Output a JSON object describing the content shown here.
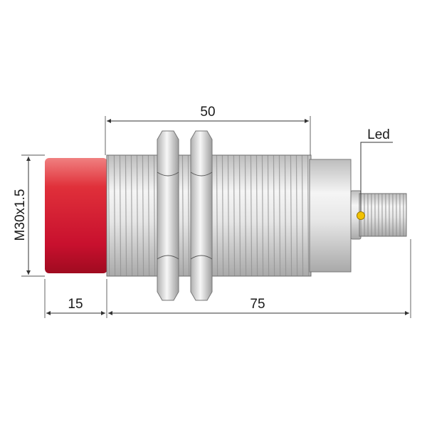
{
  "dimensions": {
    "thread_length": "50",
    "cap_length": "15",
    "total_length": "75",
    "thread_spec": "M30x1.5"
  },
  "callouts": {
    "led": "Led"
  },
  "colors": {
    "cap": "#e0303a",
    "metal": "#d4d4d4",
    "led": "#f2c200",
    "outline": "#555555"
  }
}
